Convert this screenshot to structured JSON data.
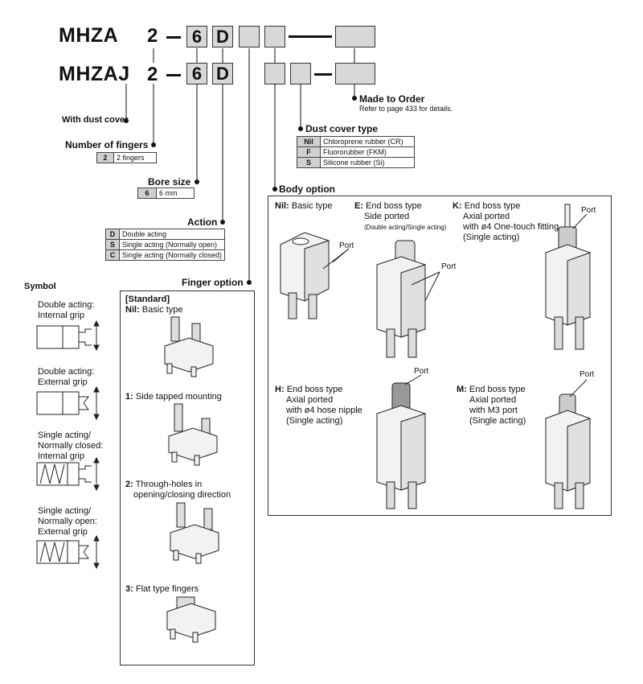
{
  "model_row1": {
    "model": "MHZA",
    "fingers": "2",
    "bore": "6",
    "action": "D"
  },
  "model_row2": {
    "model": "MHZAJ",
    "fingers": "2",
    "bore": "6",
    "action": "D"
  },
  "made_to_order": {
    "title": "Made to Order",
    "note": "Refer to page 433 for details."
  },
  "dust_cover_label": "With dust cover",
  "dust_cover_type": {
    "title": "Dust cover type",
    "rows": [
      {
        "code": "Nil",
        "desc": "Chloroprene rubber (CR)"
      },
      {
        "code": "F",
        "desc": "Fluororubber (FKM)"
      },
      {
        "code": "S",
        "desc": "Silicone rubber (Si)"
      }
    ]
  },
  "number_of_fingers": {
    "title": "Number of fingers",
    "rows": [
      {
        "code": "2",
        "desc": "2 fingers"
      }
    ]
  },
  "bore_size": {
    "title": "Bore size",
    "rows": [
      {
        "code": "6",
        "desc": "6 mm"
      }
    ]
  },
  "action": {
    "title": "Action",
    "rows": [
      {
        "code": "D",
        "desc": "Double acting"
      },
      {
        "code": "S",
        "desc": "Single acting (Normally open)"
      },
      {
        "code": "C",
        "desc": "Single acting (Normally closed)"
      }
    ]
  },
  "finger_option": {
    "title": "Finger option",
    "standard": "[Standard]",
    "items": [
      {
        "code": "Nil",
        "desc": "Basic type"
      },
      {
        "code": "1",
        "desc": "Side tapped mounting"
      },
      {
        "code": "2",
        "desc": "Through-holes in",
        "desc2": "opening/closing direction"
      },
      {
        "code": "3",
        "desc": "Flat type fingers"
      }
    ]
  },
  "body_option": {
    "title": "Body option",
    "port": "Port",
    "items": [
      {
        "code": "Nil",
        "lines": [
          "Basic type"
        ]
      },
      {
        "code": "E",
        "lines": [
          "End boss type",
          "Side ported",
          "(Double acting/Single acting)"
        ]
      },
      {
        "code": "K",
        "lines": [
          "End boss type",
          "Axial ported",
          "with ø4 One-touch fitting",
          "(Single acting)"
        ]
      },
      {
        "code": "H",
        "lines": [
          "End boss type",
          "Axial ported",
          "with ø4 hose nipple",
          "(Single acting)"
        ]
      },
      {
        "code": "M",
        "lines": [
          "End boss type",
          "Axial ported",
          "with M3 port",
          "(Single acting)"
        ]
      }
    ]
  },
  "symbol": {
    "title": "Symbol",
    "items": [
      {
        "l1": "Double acting:",
        "l2": "Internal grip"
      },
      {
        "l1": "Double acting:",
        "l2": "External grip"
      },
      {
        "l1": "Single acting/",
        "l2": "Normally closed:",
        "l3": "Internal grip"
      },
      {
        "l1": "Single acting/",
        "l2": "Normally open:",
        "l3": "External grip"
      }
    ]
  }
}
